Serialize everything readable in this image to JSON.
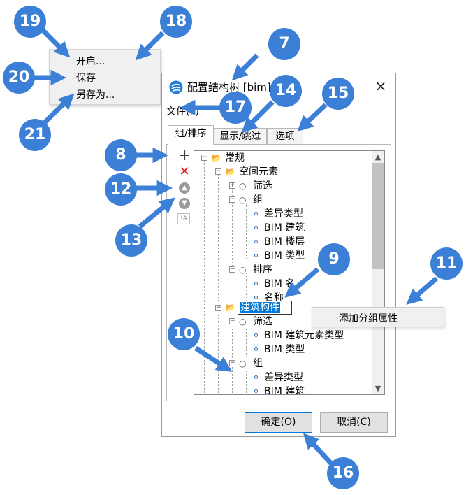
{
  "colors": {
    "accent": "#3b7fd7",
    "selection": "#0078d7",
    "delete_icon": "#e02020"
  },
  "file_menu": {
    "items": [
      "开启...",
      "保存",
      "另存为..."
    ]
  },
  "dialog": {
    "title": "配置结构树 [bim]",
    "app_icon": "app-logo-icon",
    "close_label": "×",
    "menu_file": "文件(F)",
    "tabs": [
      "组/排序",
      "显示/跳过",
      "选项"
    ],
    "active_tab": "组/排序",
    "tools": {
      "add": "+",
      "delete": "✕",
      "move_up": "move-up-icon",
      "move_down": "move-down-icon",
      "rename_label": "!A"
    },
    "tree": {
      "items": [
        {
          "label": "常规"
        },
        {
          "label": "空间元素"
        },
        {
          "label": "筛选"
        },
        {
          "label": "组"
        },
        {
          "label": "差异类型"
        },
        {
          "label": "BIM 建筑"
        },
        {
          "label": "BIM 楼层"
        },
        {
          "label": "BIM 类型"
        },
        {
          "label": "排序"
        },
        {
          "label": "BIM 名"
        },
        {
          "label": "名称"
        },
        {
          "label": "建筑构件"
        },
        {
          "label": "筛选"
        },
        {
          "label": "BIM 建筑元素类型"
        },
        {
          "label": "BIM 类型"
        },
        {
          "label": "组"
        },
        {
          "label": "差异类型"
        },
        {
          "label": "BIM 建筑"
        }
      ],
      "editing_value": "建筑构件"
    },
    "ok_label": "确定(O)",
    "cancel_label": "取消(C)"
  },
  "context_menu": {
    "item": "添加分组属性"
  },
  "callouts": [
    "7",
    "8",
    "9",
    "10",
    "11",
    "12",
    "13",
    "14",
    "15",
    "16",
    "17",
    "18",
    "19",
    "20",
    "21"
  ]
}
